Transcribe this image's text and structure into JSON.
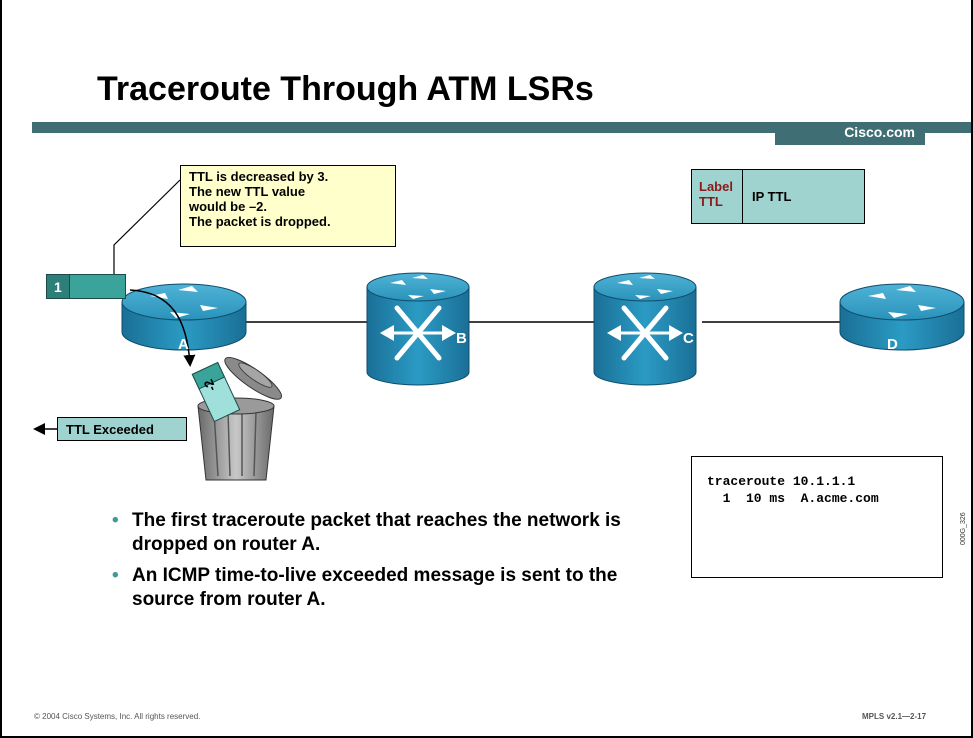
{
  "slide": {
    "title": "Traceroute Through ATM LSRs",
    "brand": "Cisco.com",
    "footer_left": "© 2004 Cisco Systems, Inc. All rights reserved.",
    "footer_right": "MPLS v2.1—2-17",
    "side_code": "000G_326"
  },
  "callout": {
    "lines": [
      "TTL is decreased by 3.",
      "The new TTL value",
      "would be –2.",
      "The packet is dropped."
    ]
  },
  "label_header": {
    "label_ttl": [
      "Label",
      "TTL"
    ],
    "ip_ttl": "IP TTL"
  },
  "packet": {
    "value": "1",
    "dropped_value": "-2"
  },
  "nodes": {
    "a": "A",
    "b": "B",
    "c": "C",
    "d": "D"
  },
  "ttl_exceeded": "TTL Exceeded",
  "traceroute": {
    "command": "traceroute 10.1.1.1",
    "result": "  1  10 ms  A.acme.com"
  },
  "bullets": [
    "The first traceroute packet that reaches the network is dropped on router A.",
    "An ICMP time-to-live exceeded message is sent to the source from router A."
  ],
  "colors": {
    "teal": "#3f6f74",
    "router": "#1f8fb3",
    "packet": "#3aa39a",
    "callout": "#ffffcc",
    "label": "#9fd3cf",
    "label_ttl_text": "#8b1a1a"
  }
}
